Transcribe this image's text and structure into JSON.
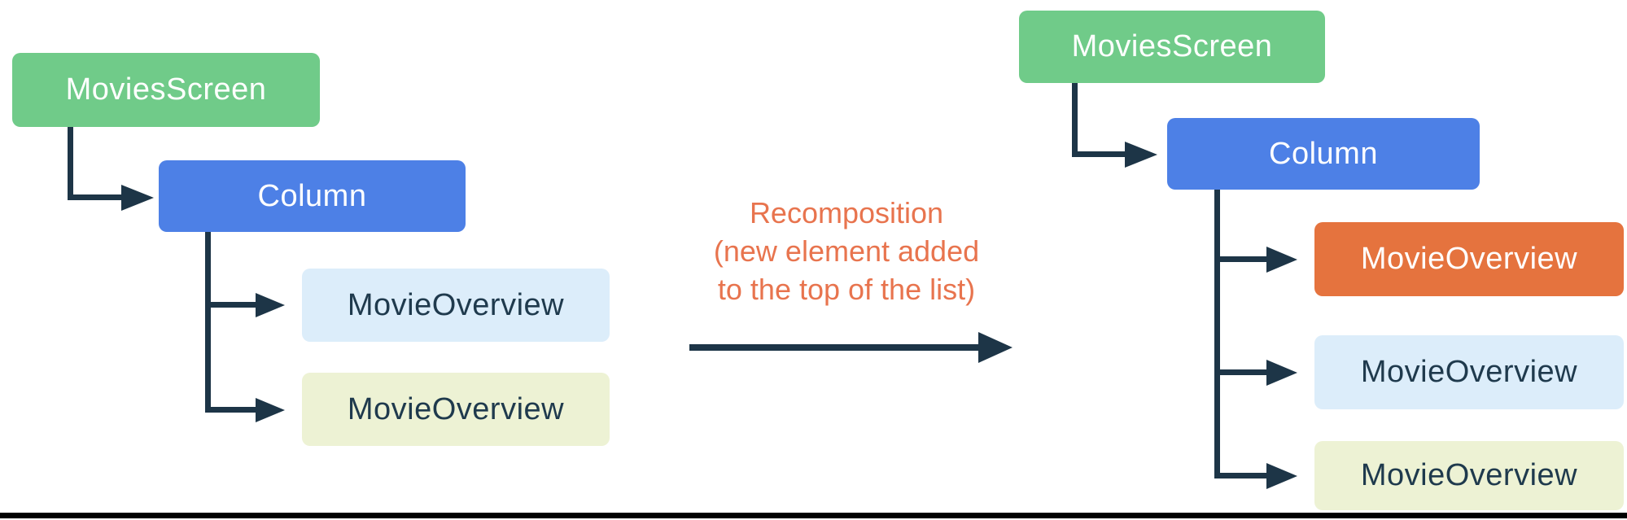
{
  "trees": {
    "left": {
      "nodes": [
        {
          "label": "MoviesScreen",
          "color_key": "green"
        },
        {
          "label": "Column",
          "color_key": "blue"
        },
        {
          "label": "MovieOverview",
          "color_key": "light_blue"
        },
        {
          "label": "MovieOverview",
          "color_key": "light_yellow"
        }
      ]
    },
    "right": {
      "nodes": [
        {
          "label": "MoviesScreen",
          "color_key": "green"
        },
        {
          "label": "Column",
          "color_key": "blue"
        },
        {
          "label": "MovieOverview",
          "color_key": "orange"
        },
        {
          "label": "MovieOverview",
          "color_key": "light_blue"
        },
        {
          "label": "MovieOverview",
          "color_key": "light_yellow"
        }
      ]
    }
  },
  "caption": {
    "lines": [
      "Recomposition",
      "(new element added",
      "to the top of the list)"
    ]
  },
  "colors": {
    "green": "#70CB89",
    "blue": "#4D80E6",
    "orange": "#E5733E",
    "light_blue": "#DCEDFA",
    "light_yellow": "#EDF2D4",
    "caption_orange": "#E8744E",
    "connector_navy": "#1D3547",
    "dark_label_text": "#1F3A4D",
    "white_label_text": "#FFFFFF",
    "bottom_bar": "#000000"
  }
}
